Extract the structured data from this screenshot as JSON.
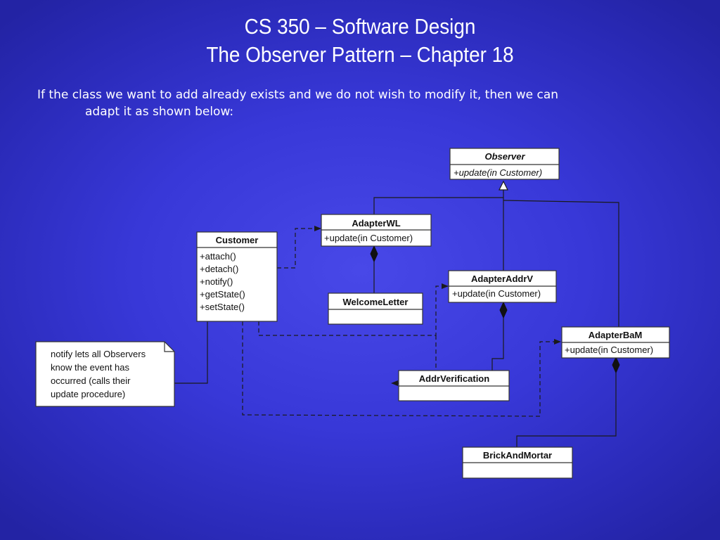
{
  "slide": {
    "title_line1": "CS 350 – Software Design",
    "title_line2": "The Observer Pattern – Chapter 18",
    "body_line1": "If the class we want to add already exists and we do not wish to modify it, then we can",
    "body_line2": "adapt it as shown below:"
  },
  "diagram": {
    "observer": {
      "name": "Observer",
      "op": "+update(in Customer)"
    },
    "adapter_wl": {
      "name": "AdapterWL",
      "op": "+update(in Customer)"
    },
    "adapter_addrv": {
      "name": "AdapterAddrV",
      "op": "+update(in Customer)"
    },
    "adapter_bam": {
      "name": "AdapterBaM",
      "op": "+update(in Customer)"
    },
    "customer": {
      "name": "Customer",
      "ops": [
        "+attach()",
        "+detach()",
        "+notify()",
        "+getState()",
        "+setState()"
      ]
    },
    "welcome_letter": {
      "name": "WelcomeLetter"
    },
    "addr_verification": {
      "name": "AddrVerification"
    },
    "brick_and_mortar": {
      "name": "BrickAndMortar"
    },
    "note": {
      "lines": [
        "notify lets all Observers",
        "know the event has",
        "occurred (calls their",
        "update procedure)"
      ]
    }
  }
}
